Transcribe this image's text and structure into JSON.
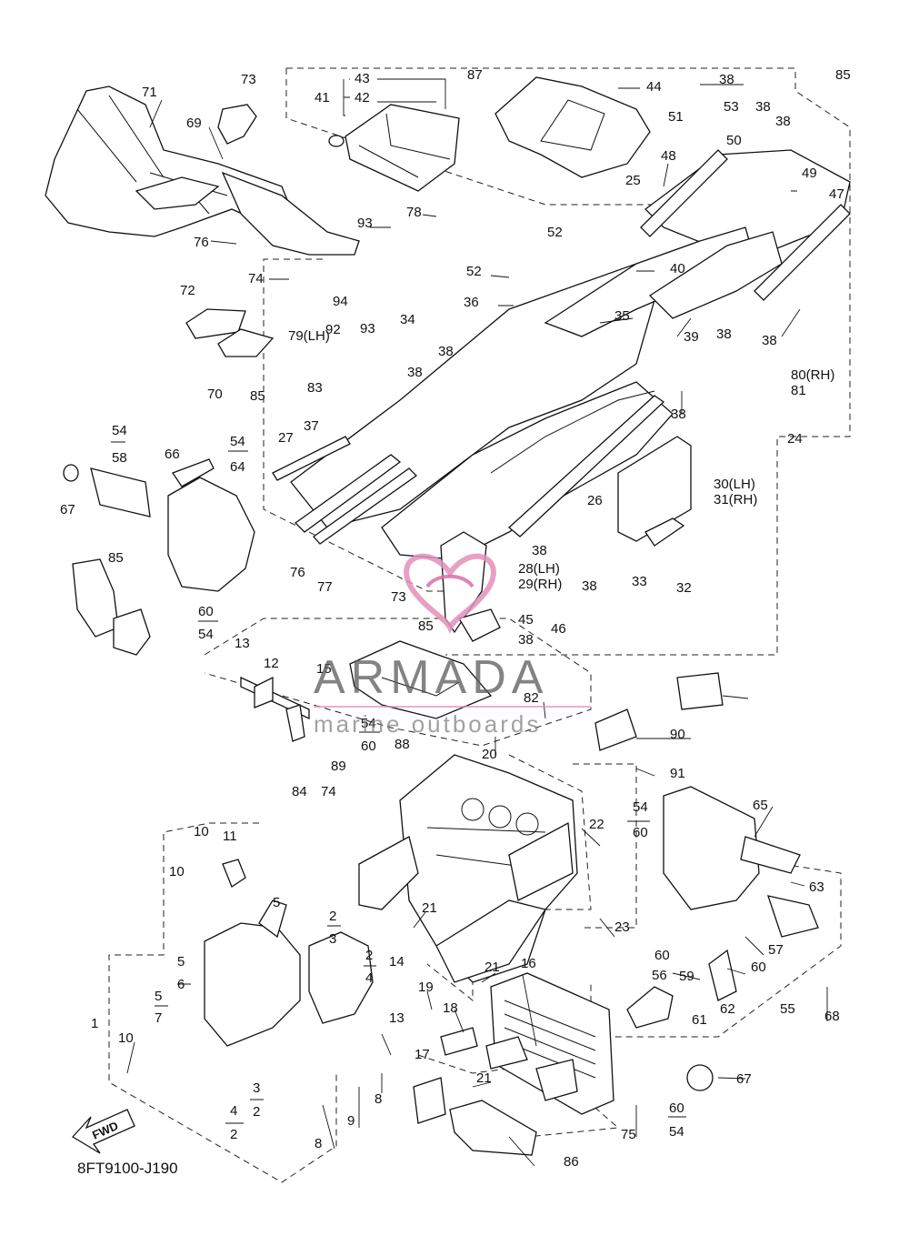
{
  "diagram": {
    "code": "8FT9100-J190",
    "fwd": "FWD",
    "watermark": {
      "brand": "ARMADA",
      "tagline": "marine outboards"
    },
    "labels": [
      "1",
      "2",
      "2",
      "2",
      "2",
      "3",
      "3",
      "4",
      "4",
      "5",
      "5",
      "5",
      "6",
      "7",
      "8",
      "8",
      "9",
      "10",
      "10",
      "10",
      "11",
      "12",
      "13",
      "13",
      "14",
      "15",
      "16",
      "17",
      "18",
      "19",
      "20",
      "21",
      "21",
      "21",
      "22",
      "23",
      "24",
      "25",
      "26",
      "27",
      "28(LH)",
      "29(RH)",
      "30(LH)",
      "31(RH)",
      "32",
      "33",
      "34",
      "35",
      "36",
      "37",
      "38",
      "38",
      "38",
      "38",
      "38",
      "38",
      "38",
      "38",
      "38",
      "38",
      "38",
      "39",
      "40",
      "41",
      "42",
      "43",
      "44",
      "45",
      "46",
      "47",
      "48",
      "49",
      "50",
      "51",
      "52",
      "52",
      "53",
      "54",
      "54",
      "54",
      "54",
      "54",
      "54",
      "55",
      "56",
      "57",
      "58",
      "59",
      "60",
      "60",
      "60",
      "60",
      "60",
      "60",
      "61",
      "62",
      "63",
      "64",
      "65",
      "66",
      "67",
      "67",
      "68",
      "69",
      "70",
      "71",
      "72",
      "73",
      "73",
      "74",
      "74",
      "75",
      "76",
      "76",
      "77",
      "78",
      "79(LH)",
      "80(RH)",
      "81",
      "82",
      "83",
      "84",
      "85",
      "85",
      "85",
      "85",
      "86",
      "87",
      "88",
      "89",
      "90",
      "91",
      "92",
      "93",
      "93",
      "94"
    ]
  }
}
